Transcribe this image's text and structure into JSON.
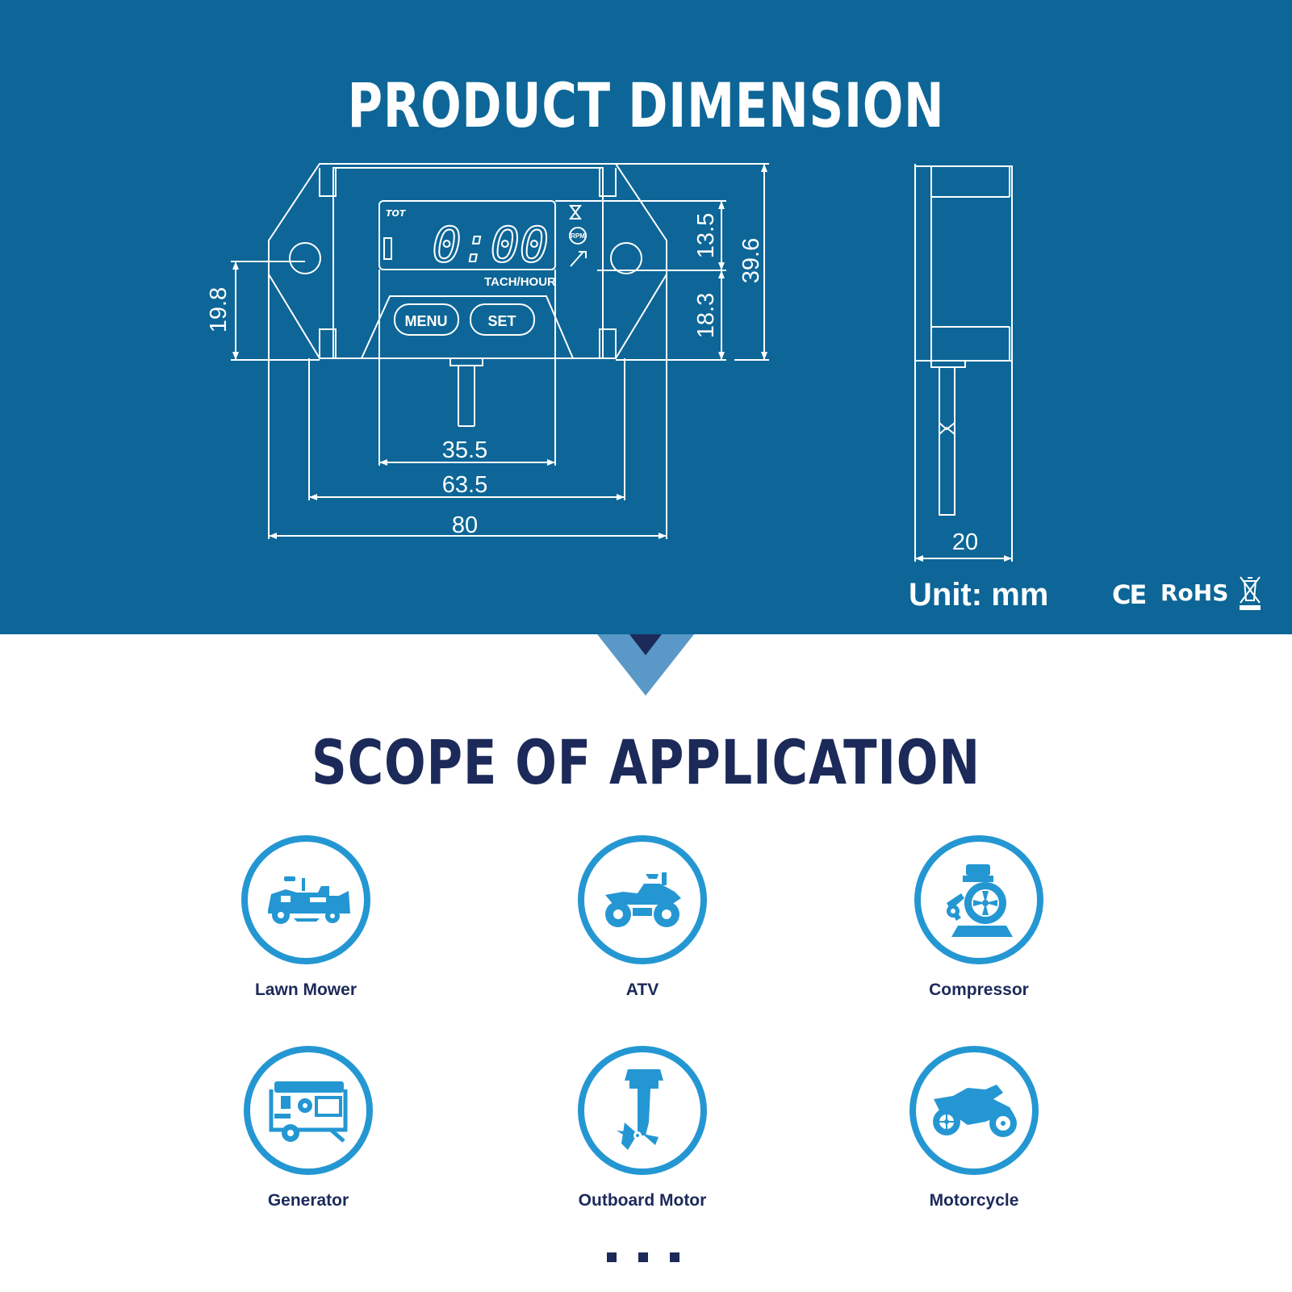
{
  "header": {
    "title": "PRODUCT DIMENSION"
  },
  "device": {
    "brand": "TOT",
    "display": "0:00",
    "model_label": "TACH/HOUR",
    "rpm_label": "RPM",
    "buttons": {
      "menu": "MENU",
      "set": "SET"
    }
  },
  "dimensions": {
    "d35_5": "35.5",
    "d63_5": "63.5",
    "d80": "80",
    "d19_8": "19.8",
    "d13_5": "13.5",
    "d18_3": "18.3",
    "d39_6": "39.6",
    "d20": "20"
  },
  "unit": "Unit: mm",
  "certifications": {
    "ce": "CE",
    "rohs": "RoHS"
  },
  "applications": {
    "title": "SCOPE OF APPLICATION",
    "items": [
      {
        "label": "Lawn Mower",
        "icon": "lawn-mower-icon"
      },
      {
        "label": "ATV",
        "icon": "atv-icon"
      },
      {
        "label": "Compressor",
        "icon": "compressor-icon"
      },
      {
        "label": "Generator",
        "icon": "generator-icon"
      },
      {
        "label": "Outboard Motor",
        "icon": "outboard-motor-icon"
      },
      {
        "label": "Motorcycle",
        "icon": "motorcycle-icon"
      }
    ]
  },
  "colors": {
    "panel": "#0d6697",
    "accent": "#2497d3",
    "navy": "#1c2a5a",
    "white": "#ffffff"
  }
}
